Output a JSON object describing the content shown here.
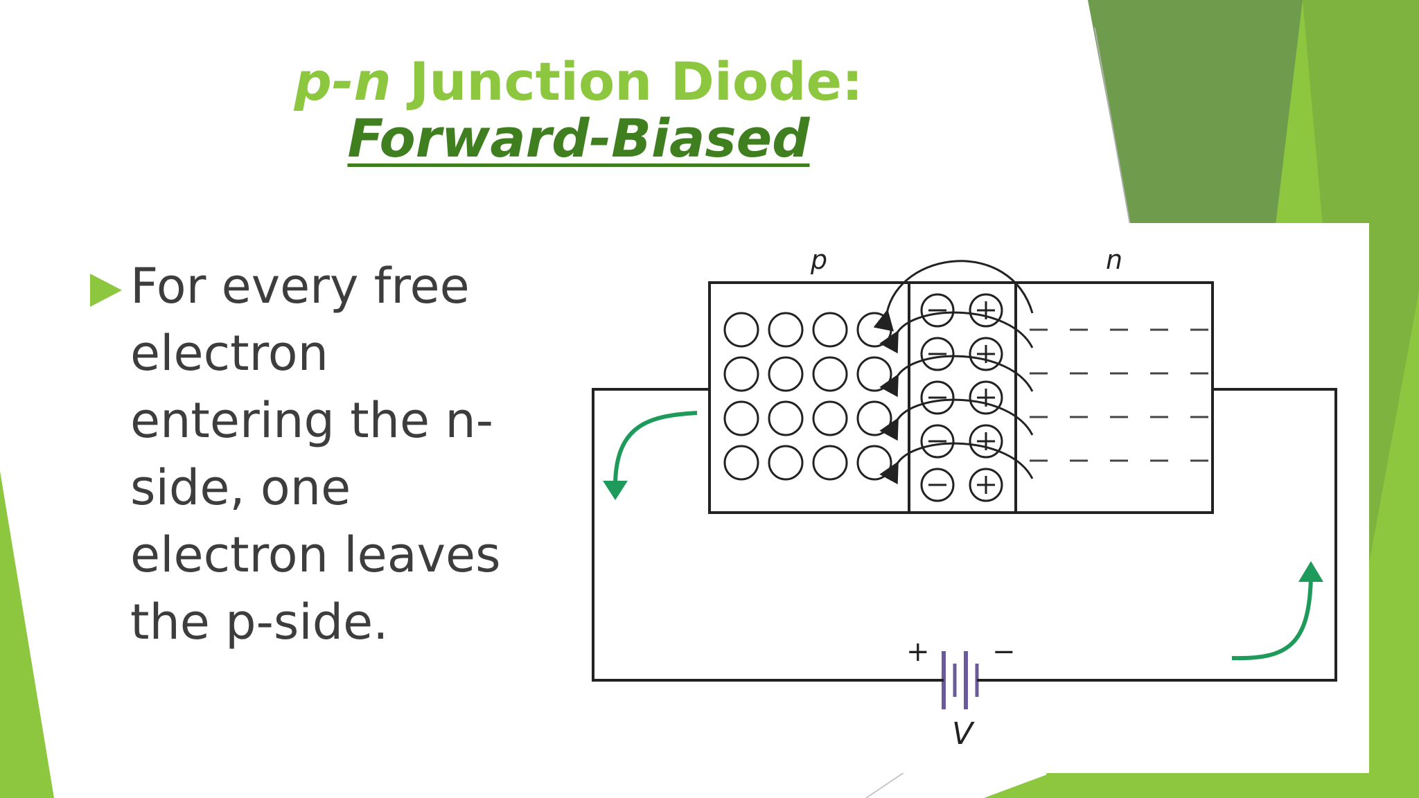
{
  "slide": {
    "title_italic": "p-n",
    "title_rest": " Junction Diode:",
    "subtitle": "Forward-Biased",
    "bullet_text": "For every free electron entering the n-side, one electron leaves the p-side."
  },
  "diagram": {
    "p_label": "p",
    "n_label": "n",
    "battery_plus": "+",
    "battery_minus": "−",
    "voltage_label": "V",
    "depletion_ion_rows": 5,
    "p_hole_rows": 4,
    "p_hole_columns": 4,
    "n_electron_rows": 4,
    "n_electron_columns": 5
  },
  "colors": {
    "title": "#8dc63f",
    "subtitle": "#3f7f1f",
    "bullet_marker": "#8dc63f",
    "text": "#3d3d3d",
    "current_arrow": "#1e9a5a",
    "battery": "#6b5a99",
    "background_light_green": "#8dc63f",
    "background_dark_green": "#6b9a4a"
  }
}
